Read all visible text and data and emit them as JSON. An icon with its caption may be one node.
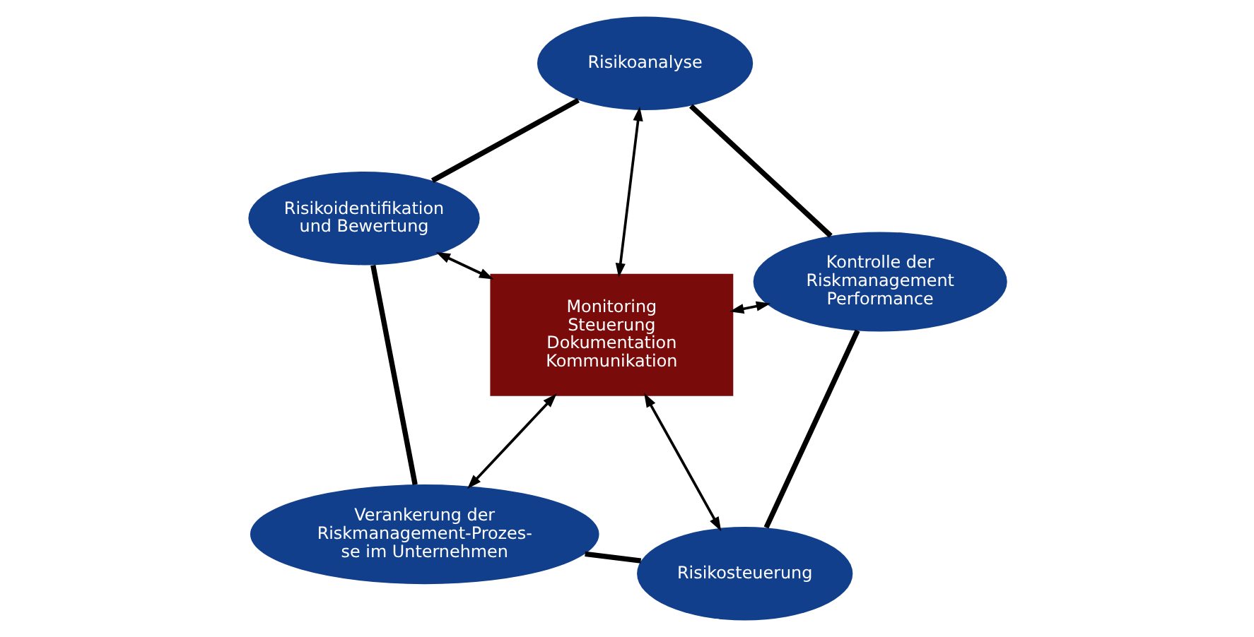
{
  "diagram": {
    "nodes": [
      {
        "text": [
          "Verankerung der Riskmanagement-Prozes- se im Unternehmen"
        ]
      },
      {
        "text": [
          "Risikosteuerung"
        ]
      },
      {
        "text": [
          "Monitoring",
          "Steuerung",
          "Dokumentation",
          "Kommunikation"
        ]
      },
      {
        "text": [
          "Risikoidentifikation und Bewertung"
        ]
      },
      {
        "text": [
          "Kontrolle der Riskmanagement Performance"
        ]
      },
      {
        "text": [
          "Risikoanalyse"
        ]
      }
    ],
    "edges": [
      {
        "from": 2,
        "to": 0,
        "arrow": "both"
      },
      {
        "from": 2,
        "to": 1,
        "arrow": "both"
      },
      {
        "from": 2,
        "to": 3,
        "arrow": "both"
      },
      {
        "from": 2,
        "to": 4,
        "arrow": "both"
      },
      {
        "from": 2,
        "to": 5,
        "arrow": "both"
      },
      {
        "from": 0,
        "to": 3,
        "arrow": "none",
        "style": "thick"
      },
      {
        "from": 3,
        "to": 5,
        "arrow": "none",
        "style": "thick"
      },
      {
        "from": 5,
        "to": 4,
        "arrow": "none",
        "style": "thick"
      },
      {
        "from": 4,
        "to": 1,
        "arrow": "none",
        "style": "thick"
      },
      {
        "from": 1,
        "to": 0,
        "arrow": "none",
        "style": "thick"
      }
    ]
  }
}
